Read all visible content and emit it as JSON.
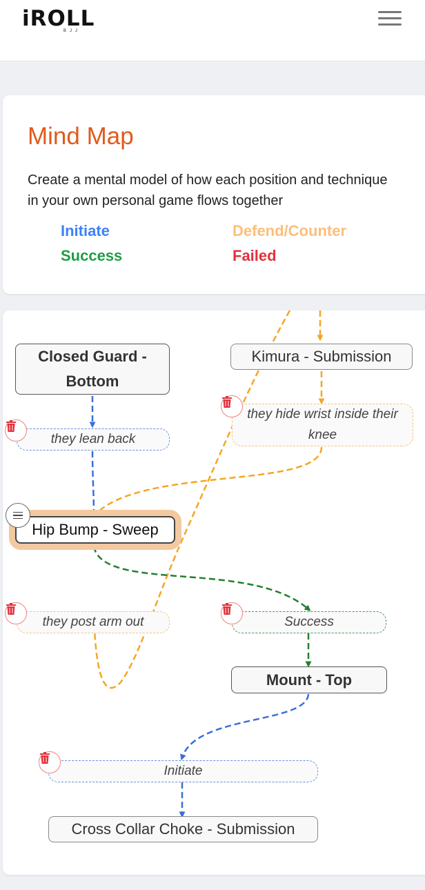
{
  "header": {
    "logo_text": "iROLL",
    "logo_sub": "BJJ",
    "menu_icon": "hamburger-menu-icon"
  },
  "intro": {
    "title": "Mind Map",
    "description": "Create a mental model of how each position and technique in your own personal game flows together"
  },
  "legend": {
    "initiate": "Initiate",
    "defend": "Defend/Counter",
    "success": "Success",
    "failed": "Failed"
  },
  "colors": {
    "initiate": "#3b6fd8",
    "defend": "#f5a524",
    "success": "#237f2e",
    "failed": "#e0323c",
    "title": "#e05a1c",
    "selected_glow": "#f3c9a1"
  },
  "mindmap": {
    "nodes": {
      "closed_guard": "Closed Guard - Bottom",
      "kimura": "Kimura - Submission",
      "hip_bump": "Hip Bump - Sweep",
      "mount": "Mount - Top",
      "cross_collar": "Cross Collar Choke - Submission"
    },
    "edges": {
      "lean_back": "they lean back",
      "hide_wrist": "they hide wrist inside their knee",
      "post_arm": "they post arm out",
      "success": "Success",
      "initiate": "Initiate"
    },
    "icons": {
      "delete": "trash-icon",
      "drag": "drag-handle-icon"
    }
  }
}
